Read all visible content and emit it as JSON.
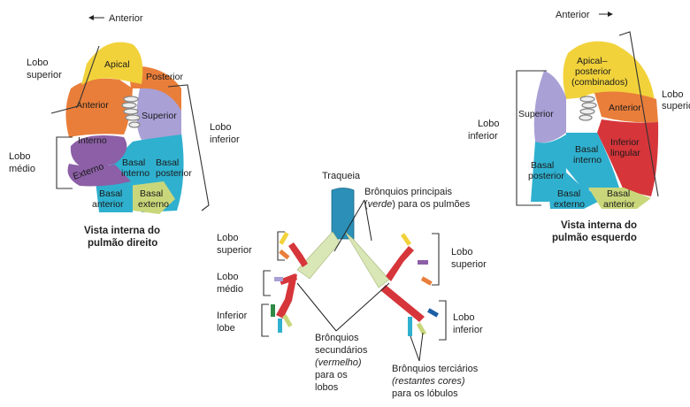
{
  "right_lung": {
    "orientation": "Anterior",
    "title_line1": "Vista interna do",
    "title_line2": "pulmão direito",
    "ext": {
      "superior_line1": "Lobo",
      "superior_line2": "superior",
      "inferior_line1": "Lobo",
      "inferior_line2": "inferior",
      "medio_line1": "Lobo",
      "medio_line2": "médio"
    },
    "segments": {
      "apical": "Apical",
      "posterior": "Posterior",
      "anterior": "Anterior",
      "superior": "Superior",
      "interno": "Interno",
      "externo": "Externo",
      "basal_interno_1": "Basal",
      "basal_interno_2": "interno",
      "basal_posterior_1": "Basal",
      "basal_posterior_2": "posterior",
      "basal_anterior_1": "Basal",
      "basal_anterior_2": "anterior",
      "basal_externo_1": "Basal",
      "basal_externo_2": "externo"
    }
  },
  "left_lung": {
    "orientation": "Anterior",
    "title_line1": "Vista interna do",
    "title_line2": "pulmão esquerdo",
    "ext": {
      "inferior_line1": "Lobo",
      "inferior_line2": "inferior",
      "superior_line1": "Lobo",
      "superior_line2": "superior"
    },
    "segments": {
      "apical_1": "Apical–",
      "apical_2": "posterior",
      "apical_3": "(combinados)",
      "anterior": "Anterior",
      "superior": "Superior",
      "inferior_lingular_1": "Inferior",
      "inferior_lingular_2": "lingular",
      "basal_interno_1": "Basal",
      "basal_interno_2": "interno",
      "basal_posterior_1": "Basal",
      "basal_posterior_2": "posterior",
      "basal_externo_1": "Basal",
      "basal_externo_2": "externo",
      "basal_anterior_1": "Basal",
      "basal_anterior_2": "anterior"
    }
  },
  "bronchi": {
    "traqueia": "Traqueia",
    "principais_1": "Brônquios principais",
    "principais_2a": "(",
    "principais_2b": "verde",
    "principais_2c": ") para os pulmões",
    "left_superior_1": "Lobo",
    "left_superior_2": "superior",
    "left_medio_1": "Lobo",
    "left_medio_2": "médio",
    "left_inferior_1": "Inferior",
    "left_inferior_2": "lobe",
    "right_superior_1": "Lobo",
    "right_superior_2": "superior",
    "right_inferior_1": "Lobo",
    "right_inferior_2": "inferior",
    "secundarios_1": "Brônquios",
    "secundarios_2": "secundários",
    "secundarios_3": "(vermelho)",
    "secundarios_4": "para os",
    "secundarios_5": "lobos",
    "terciarios_1": "Brônquios terciários",
    "terciarios_2": "(restantes cores)",
    "terciarios_3": "para os lóbulos"
  },
  "colors": {
    "yellow": "#f2d23b",
    "orange": "#e97e3a",
    "lavender": "#a9a0d6",
    "purple": "#8c5fa6",
    "cyan": "#2fb0cf",
    "green_yellow": "#c9d77a",
    "red": "#d6353a",
    "trachea": "#2b8fb8",
    "mainstem": "#d9e6b5"
  }
}
